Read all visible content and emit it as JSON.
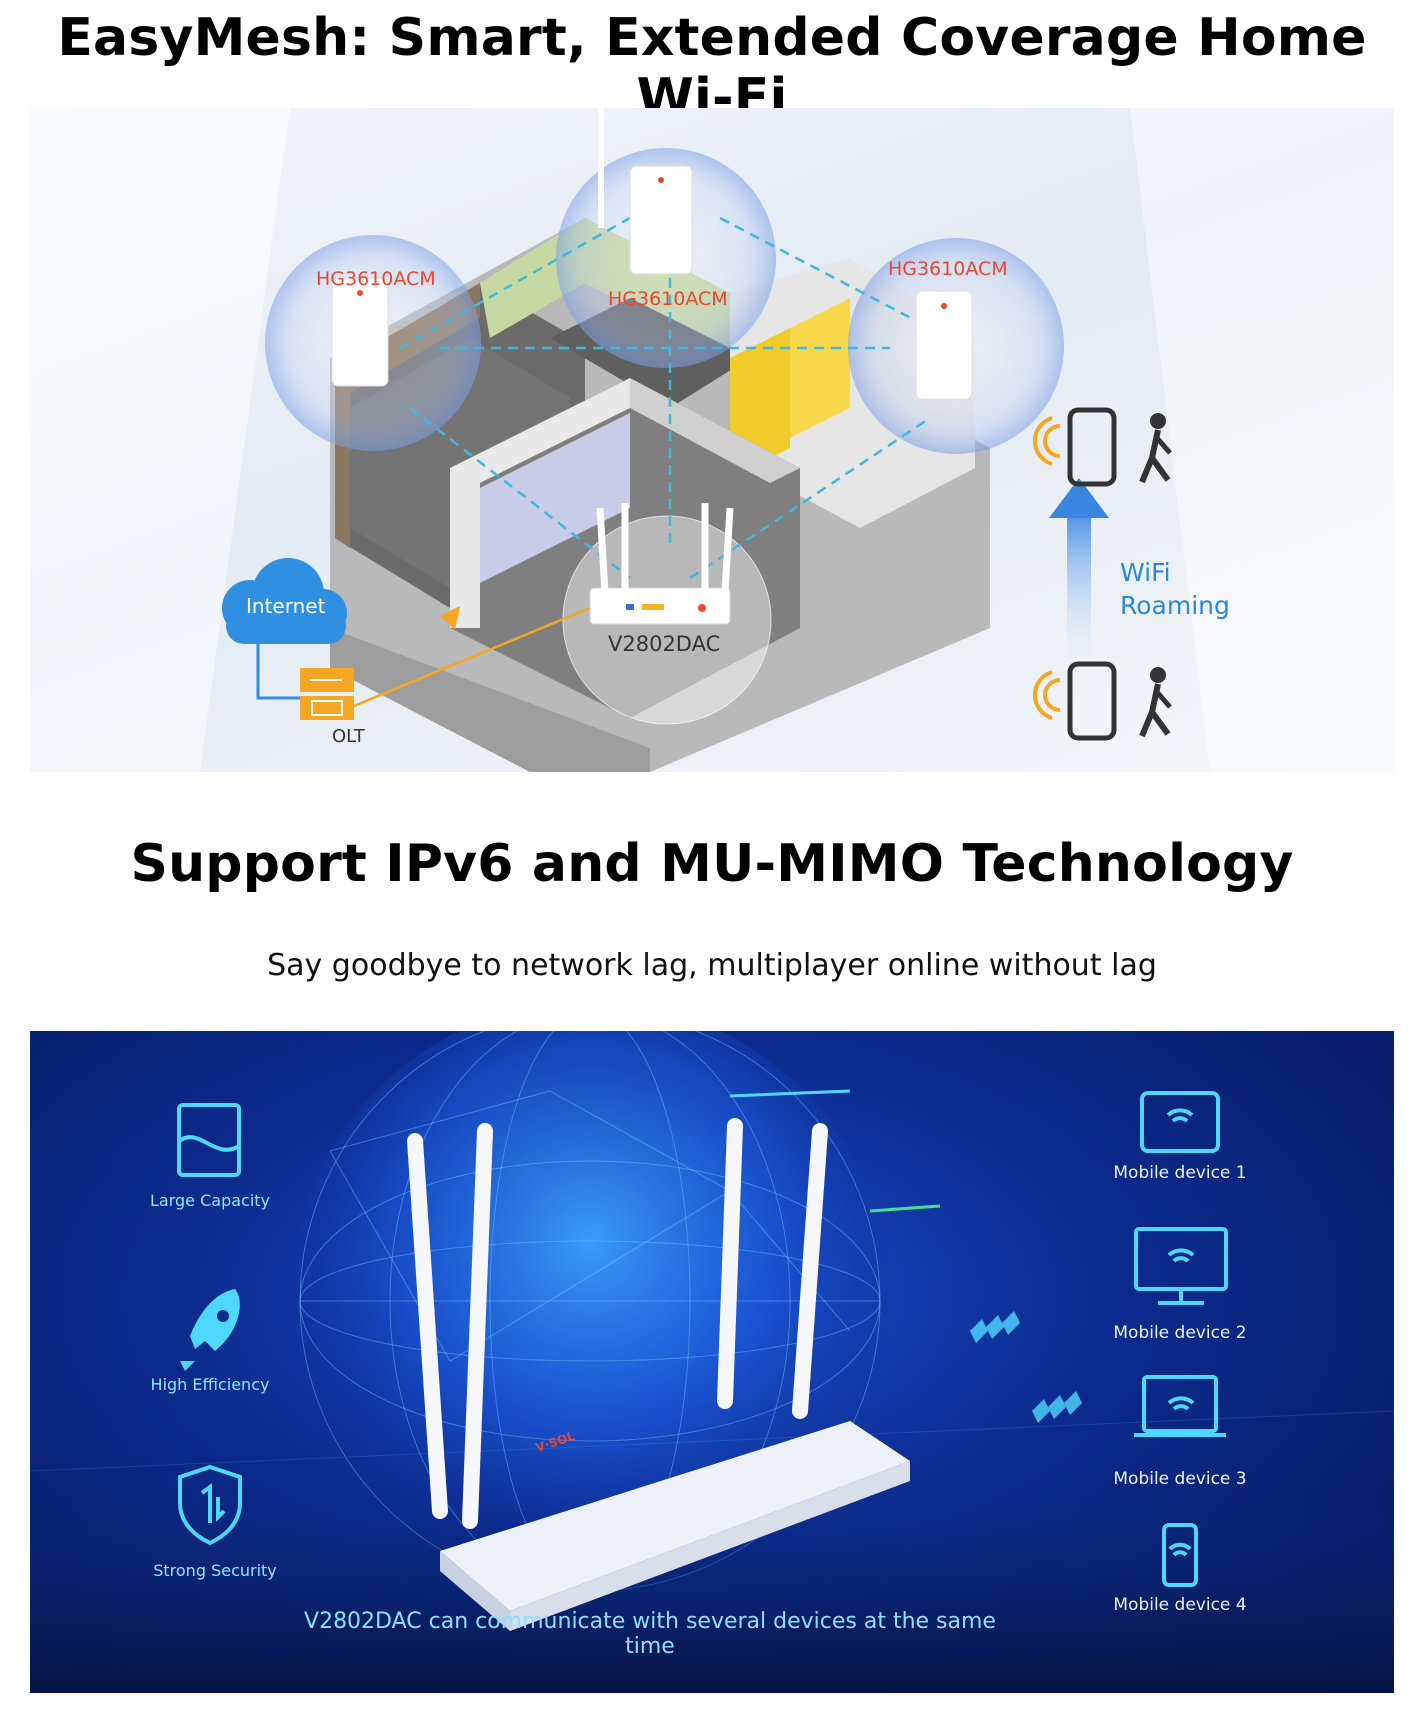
{
  "section1": {
    "title": "EasyMesh: Smart, Extended Coverage Home Wi-Fi",
    "node_left": "HG3610ACM",
    "node_center": "HG3610ACM",
    "node_right": "HG3610ACM",
    "router": "V2802DAC",
    "internet": "Internet",
    "olt": "OLT",
    "roaming_line1": "WiFi",
    "roaming_line2": "Roaming"
  },
  "section2": {
    "title": "Support IPv6 and MU-MIMO Technology",
    "subtitle": "Say goodbye to network lag, multiplayer online without lag",
    "features": [
      "Large Capacity",
      "High Efficiency",
      "Strong Security"
    ],
    "devices": [
      "Mobile device 1",
      "Mobile device 2",
      "Mobile device 3",
      "Mobile device 4"
    ],
    "caption": "V2802DAC can communicate with several devices at the same time",
    "brand": "V·SOL"
  },
  "colors": {
    "label_red": "#e8482f",
    "cyan": "#4fd8ff",
    "roaming_blue": "#2a8ad8",
    "olt_orange": "#f5a623"
  }
}
